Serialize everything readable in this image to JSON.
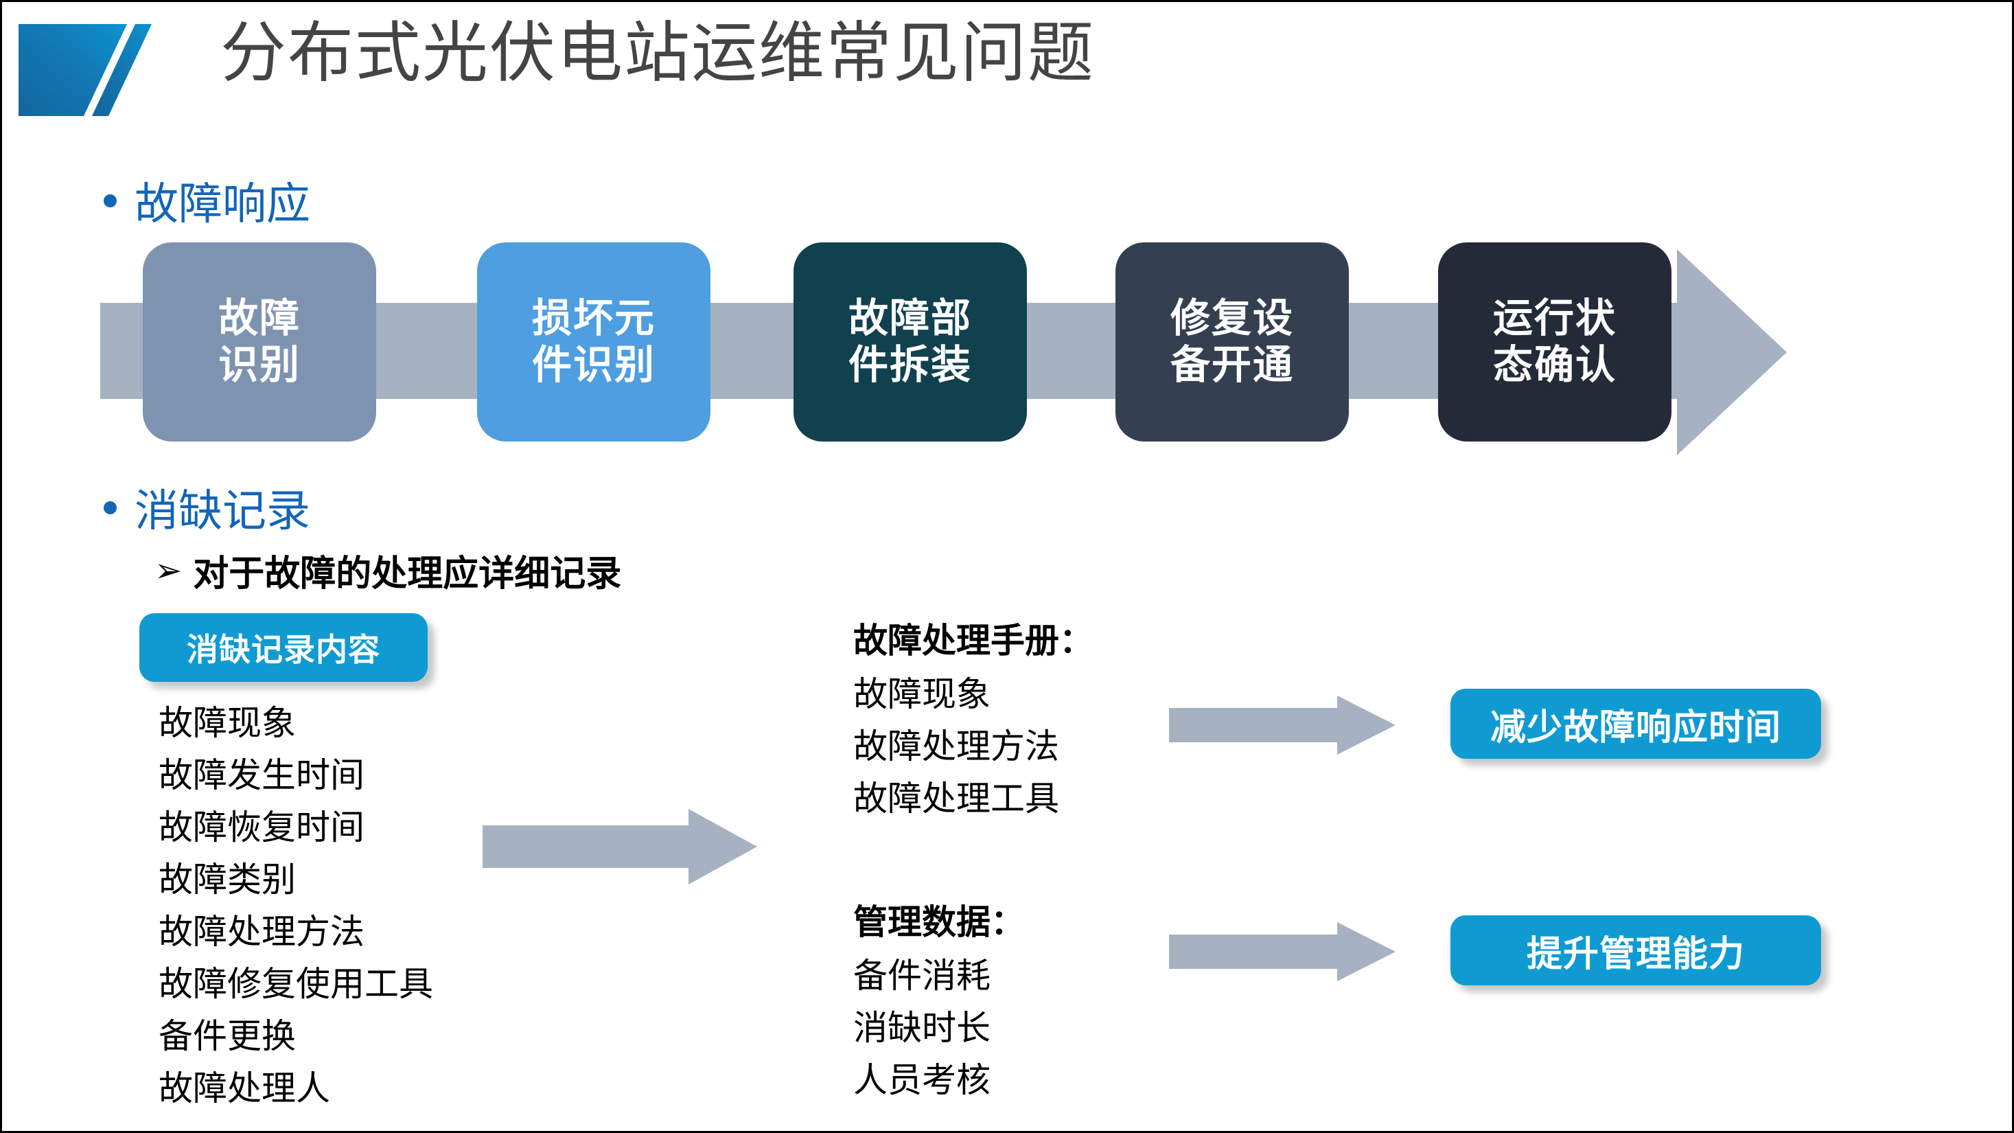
{
  "slide": {
    "title": "分布式光伏电站运维常见问题",
    "title_color": "#444444",
    "accent_blue": "#1265b8",
    "pill_blue": "#0f9bd2",
    "arrow_grey": "#a6b1c2"
  },
  "logo": {
    "name": "company-logo",
    "gradient_from": "#1a6fa8",
    "gradient_to": "#0d8fcc"
  },
  "sections": {
    "fault_response": {
      "bullet": "故障响应"
    },
    "defect_record": {
      "bullet": "消缺记录",
      "sub_bullet_marker": "➢",
      "sub_bullet": "对于故障的处理应详细记录"
    }
  },
  "flow": {
    "steps": [
      {
        "line1": "故障",
        "line2": "识别",
        "color": "#7e93b0"
      },
      {
        "line1": "损坏元",
        "line2": "件识别",
        "color": "#4e9ee0"
      },
      {
        "line1": "故障部",
        "line2": "件拆装",
        "color": "#11414f"
      },
      {
        "line1": "修复设",
        "line2": "备开通",
        "color": "#343f51"
      },
      {
        "line1": "运行状",
        "line2": "态确认",
        "color": "#232a38"
      }
    ]
  },
  "record_panel": {
    "badge": "消缺记录内容",
    "items": [
      "故障现象",
      "故障发生时间",
      "故障恢复时间",
      "故障类别",
      "故障处理方法",
      "故障修复使用工具",
      "备件更换",
      "故障处理人"
    ]
  },
  "outcomes": [
    {
      "title": "故障处理手册：",
      "items": [
        "故障现象",
        "故障处理方法",
        "故障处理工具"
      ],
      "result": "减少故障响应时间"
    },
    {
      "title": "管理数据：",
      "items": [
        "备件消耗",
        "消缺时长",
        "人员考核"
      ],
      "result": "提升管理能力"
    }
  ]
}
